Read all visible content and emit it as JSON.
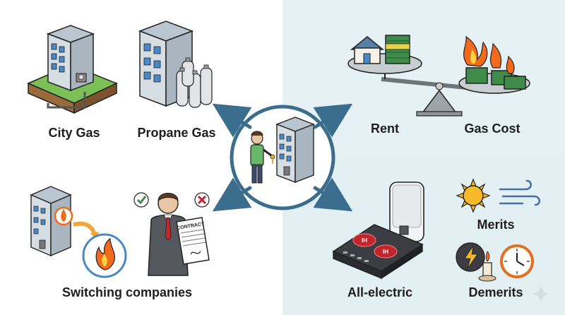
{
  "labels": {
    "city_gas": "City Gas",
    "propane_gas": "Propane Gas",
    "rent": "Rent",
    "gas_cost": "Gas Cost",
    "switching_companies": "Switching companies",
    "all_electric": "All-electric",
    "merits": "Merits",
    "demerits": "Demerits",
    "contract": "CONTRACT",
    "ih": "IH"
  },
  "colors": {
    "bg_top_right": "#e6f1f6",
    "bg_bottom_right": "#e3f0f3",
    "circle_ring": "#3b6d8e",
    "arrow": "#3b6d8e",
    "flame": "#f26a1b",
    "money": "#3f8c4a",
    "person_shirt": "#69b86a"
  }
}
